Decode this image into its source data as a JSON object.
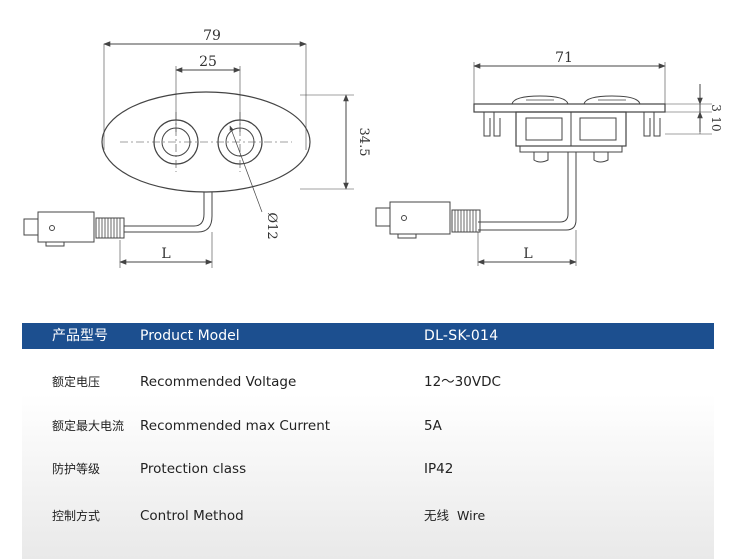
{
  "drawing": {
    "front_view": {
      "width_label": "79",
      "spacing_label": "25",
      "height_label": "34.5",
      "diameter_label": "Ø12",
      "cable_length_label": "L"
    },
    "side_view": {
      "width_label": "71",
      "thickness_label_a": "3",
      "thickness_label_b": "10",
      "cable_length_label": "L"
    }
  },
  "specs": {
    "header": {
      "zh": "产品型号",
      "en": "Product Model",
      "value": "DL-SK-014"
    },
    "rows": [
      {
        "zh": "额定电压",
        "en": "Recommended  Voltage",
        "value": "12～30VDC",
        "value_sub": ""
      },
      {
        "zh": "额定最大电流",
        "en": "Recommended  max  Current",
        "value": "5A",
        "value_sub": ""
      },
      {
        "zh": "防护等级",
        "en": "Protection class",
        "value": "IP42",
        "value_sub": ""
      },
      {
        "zh": "控制方式",
        "en": "Control  Method",
        "value": "无线",
        "value_sub": "Wire"
      }
    ]
  },
  "colors": {
    "header_bg": "#1c4f8f",
    "header_text": "#ffffff",
    "line": "#444444"
  }
}
